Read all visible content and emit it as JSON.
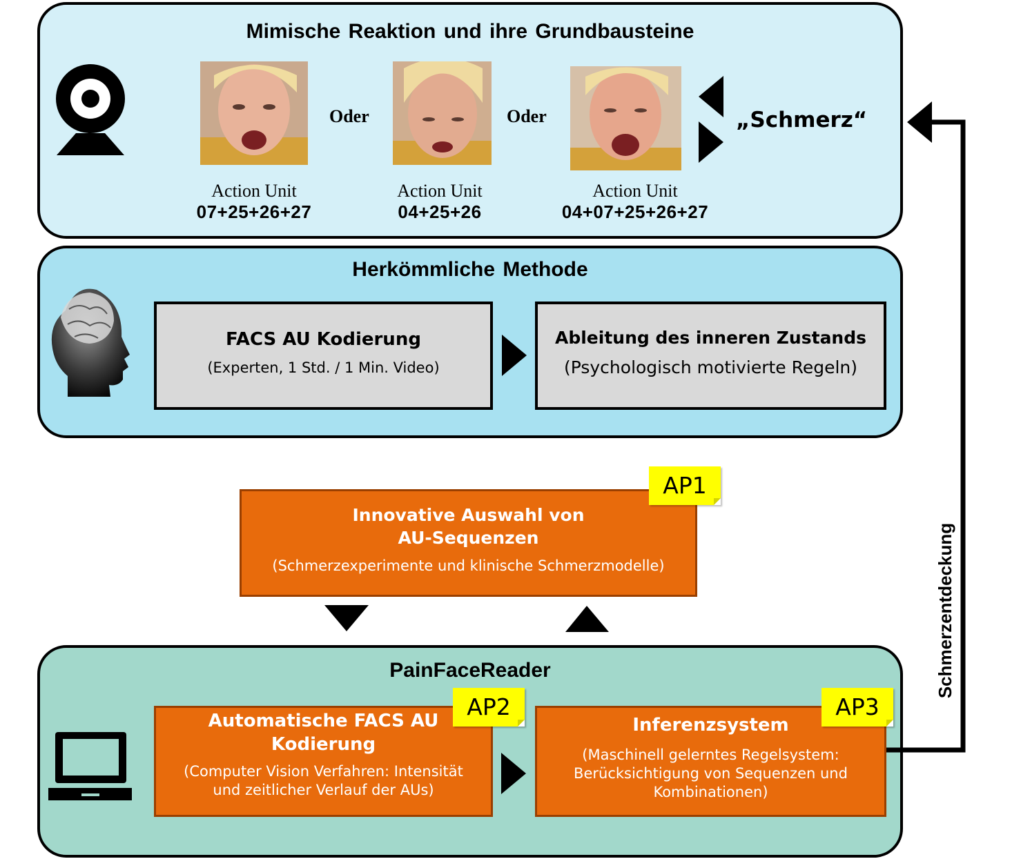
{
  "panel_top": {
    "title": "Mimische Reaktion und ihre Grundbausteine",
    "faces": [
      {
        "label": "Action Unit",
        "code": "07+25+26+27"
      },
      {
        "label": "Action Unit",
        "code": "04+25+26"
      },
      {
        "label": "Action Unit",
        "code": "04+07+25+26+27"
      }
    ],
    "separators": [
      "Oder",
      "Oder"
    ],
    "result": "„Schmerz“",
    "icon": "webcam-icon"
  },
  "panel_middle": {
    "title": "Herkömmliche Methode",
    "icon": "head-brain-icon",
    "box1": {
      "title": "FACS AU Kodierung",
      "subtitle": "(Experten, 1 Std. / 1 Min. Video)"
    },
    "box2": {
      "title": "Ableitung des inneren Zustands",
      "subtitle": "(Psychologisch motivierte Regeln)"
    }
  },
  "center_box": {
    "title_line1": "Innovative Auswahl von",
    "title_line2": "AU-Sequenzen",
    "subtitle": "(Schmerzexperimente und klinische Schmerzmodelle)",
    "tag": "AP1"
  },
  "panel_bottom": {
    "title": "PainFaceReader",
    "icon": "laptop-icon",
    "box1": {
      "title_line1": "Automatische FACS AU",
      "title_line2": "Kodierung",
      "subtitle_line1": "(Computer Vision Verfahren: Intensität",
      "subtitle_line2": "und zeitlicher Verlauf der AUs)",
      "tag": "AP2"
    },
    "box2": {
      "title": "Inferenzsystem",
      "subtitle_line1": "(Maschinell gelerntes Regelsystem:",
      "subtitle_line2": "Berücksichtigung von Sequenzen und",
      "subtitle_line3": "Kombinationen)",
      "tag": "AP3"
    }
  },
  "side_label": "Schmerzentdeckung",
  "colors": {
    "top_panel": "#d5f0f8",
    "middle_panel": "#a8e1f1",
    "bottom_panel": "#a2d8cb",
    "orange": "#e86b0c",
    "note": "#ffff00",
    "gray_box": "#d9d9d9"
  }
}
